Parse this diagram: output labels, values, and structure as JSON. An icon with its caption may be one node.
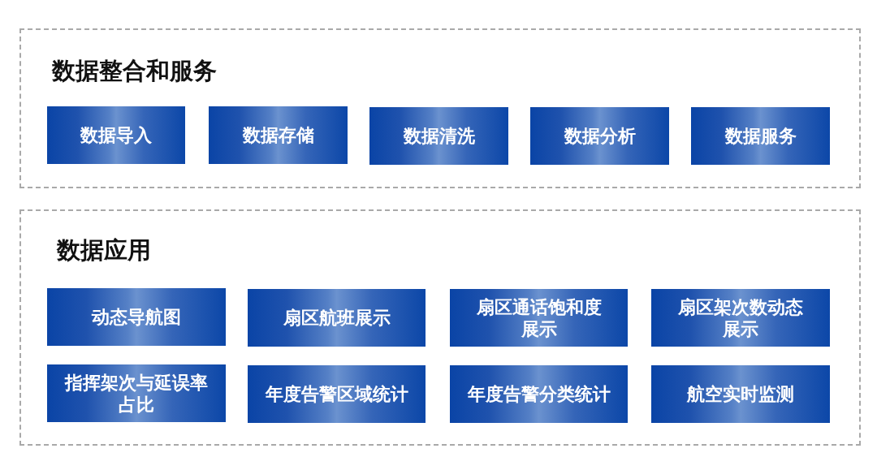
{
  "diagram": {
    "nodes": [
      {
        "text": [
          "数据整合和服务"
        ]
      },
      {
        "text": [
          "数据导入"
        ],
        "in": 0
      },
      {
        "text": [
          "数据存储"
        ],
        "in": 0
      },
      {
        "text": [
          "数据清洗"
        ],
        "in": 0
      },
      {
        "text": [
          "数据分析"
        ],
        "in": 0
      },
      {
        "text": [
          "数据服务"
        ],
        "in": 0
      },
      {
        "text": [
          "数据应用"
        ]
      },
      {
        "text": [
          "动态导航图"
        ],
        "in": 6
      },
      {
        "text": [
          "扇区航班展示"
        ],
        "in": 6
      },
      {
        "text": [
          "扇区通话饱和度展示"
        ],
        "in": 6
      },
      {
        "text": [
          "扇区架次数动态展示"
        ],
        "in": 6
      },
      {
        "text": [
          "指挥架次与延误率占比"
        ],
        "in": 6
      },
      {
        "text": [
          "年度告警区域统计"
        ],
        "in": 6
      },
      {
        "text": [
          "年度告警分类统计"
        ],
        "in": 6
      },
      {
        "text": [
          "航空实时监测"
        ],
        "in": 6
      }
    ],
    "edges": []
  }
}
